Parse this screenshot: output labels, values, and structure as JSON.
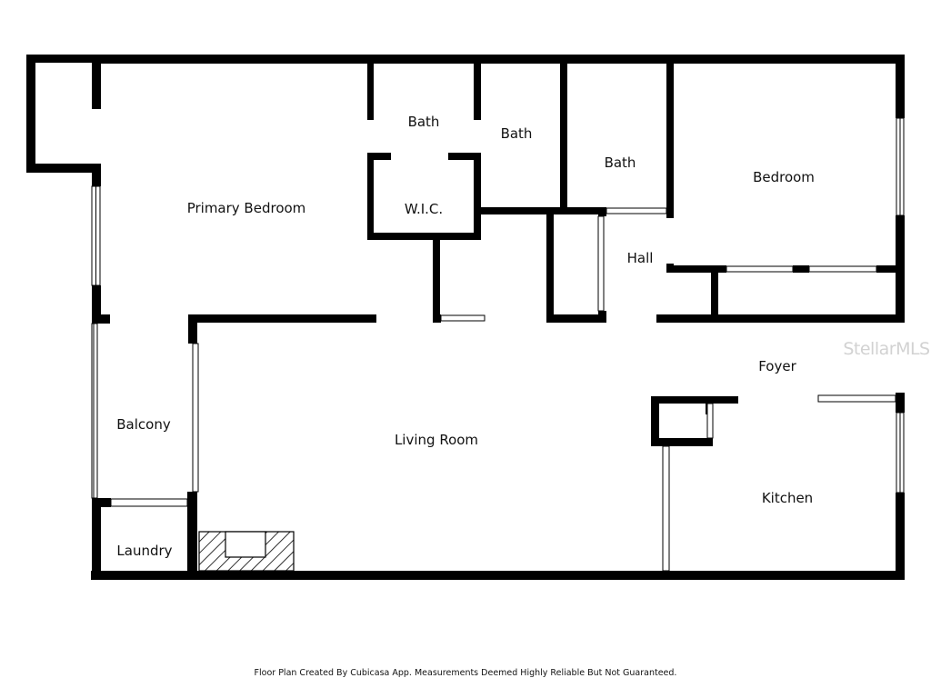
{
  "rooms": {
    "primary_bedroom": "Primary Bedroom",
    "bath_1": "Bath",
    "wic": "W.I.C.",
    "bath_2": "Bath",
    "bath_3": "Bath",
    "bedroom": "Bedroom",
    "hall": "Hall",
    "foyer": "Foyer",
    "balcony": "Balcony",
    "living_room": "Living Room",
    "kitchen": "Kitchen",
    "laundry": "Laundry"
  },
  "watermark": "StellarMLS",
  "footer": "Floor Plan Created By Cubicasa App. Measurements Deemed Highly Reliable But Not Guaranteed.",
  "colors": {
    "wall": "#000000",
    "background": "#ffffff",
    "watermark": "#d2d2d2"
  }
}
